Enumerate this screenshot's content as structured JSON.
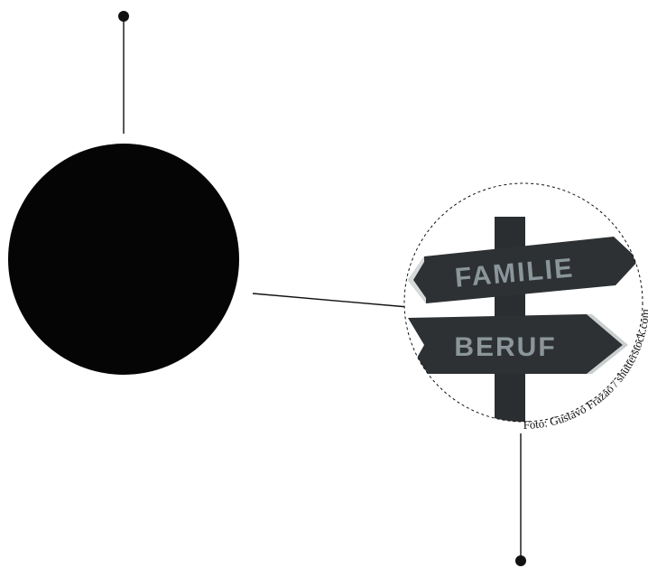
{
  "photo": {
    "sign_top_text": "FAMILIE",
    "sign_bottom_text": "BERUF"
  },
  "credit": {
    "text": "Foto: Gustavo Frazao / shutterstock.com"
  },
  "colors": {
    "ink": "#111111",
    "sign": "#2e3133",
    "sign_text": "#8a969a",
    "paper": "#ffffff"
  }
}
